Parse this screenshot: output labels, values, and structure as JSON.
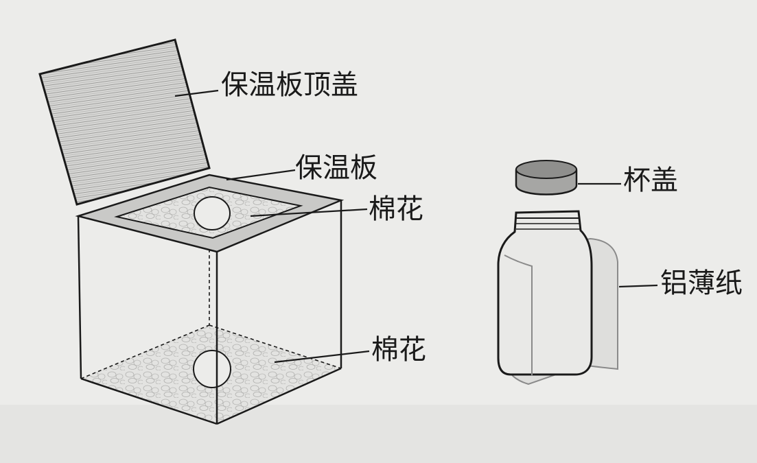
{
  "labels": {
    "lid_board": "保温板顶盖",
    "insulation_board": "保温板",
    "cotton_top": "棉花",
    "cotton_bottom": "棉花",
    "cup_lid": "杯盖",
    "foil": "铝薄纸"
  },
  "colors": {
    "paper": "#ececea",
    "ink": "#1a1a1a",
    "pencil": "#8a8a8a"
  }
}
